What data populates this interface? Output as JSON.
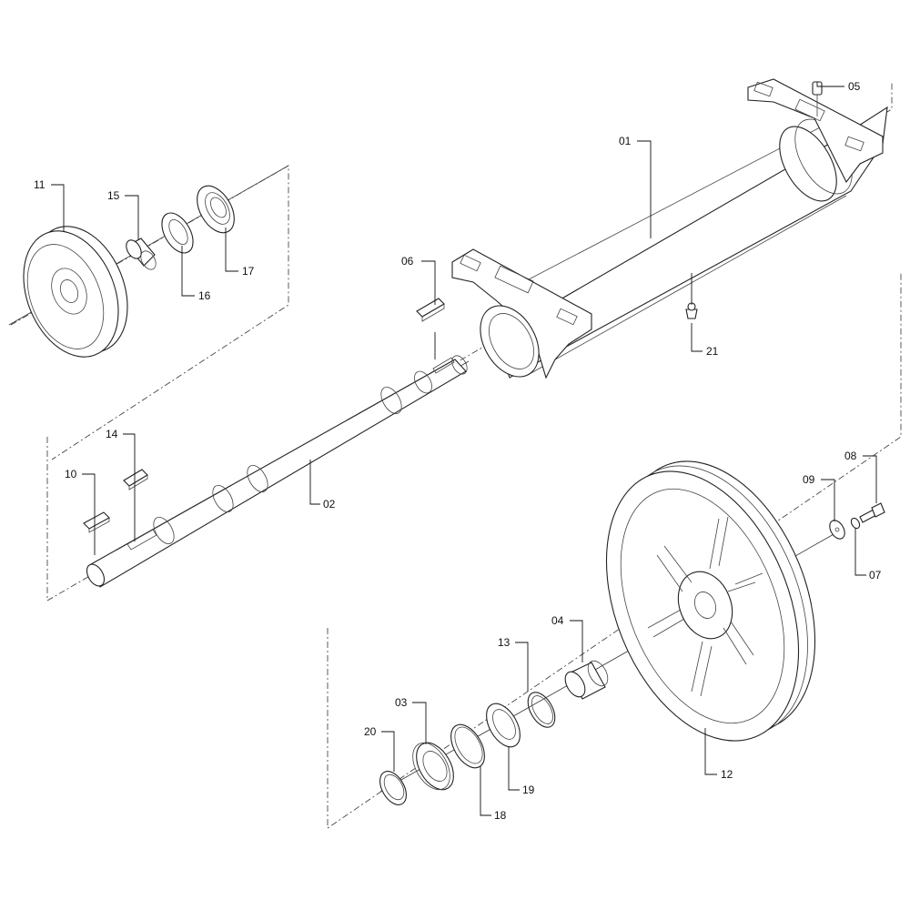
{
  "callouts": [
    {
      "id": "c01",
      "label": "01"
    },
    {
      "id": "c02",
      "label": "02"
    },
    {
      "id": "c03",
      "label": "03"
    },
    {
      "id": "c04",
      "label": "04"
    },
    {
      "id": "c05",
      "label": "05"
    },
    {
      "id": "c06",
      "label": "06"
    },
    {
      "id": "c07",
      "label": "07"
    },
    {
      "id": "c08",
      "label": "08"
    },
    {
      "id": "c09",
      "label": "09"
    },
    {
      "id": "c10",
      "label": "10"
    },
    {
      "id": "c11",
      "label": "11"
    },
    {
      "id": "c12",
      "label": "12"
    },
    {
      "id": "c13",
      "label": "13"
    },
    {
      "id": "c14",
      "label": "14"
    },
    {
      "id": "c15",
      "label": "15"
    },
    {
      "id": "c16",
      "label": "16"
    },
    {
      "id": "c17",
      "label": "17"
    },
    {
      "id": "c18",
      "label": "18"
    },
    {
      "id": "c19",
      "label": "19"
    },
    {
      "id": "c20",
      "label": "20"
    },
    {
      "id": "c21",
      "label": "21"
    }
  ],
  "colors": {
    "line": "#222222",
    "background": "#ffffff"
  }
}
